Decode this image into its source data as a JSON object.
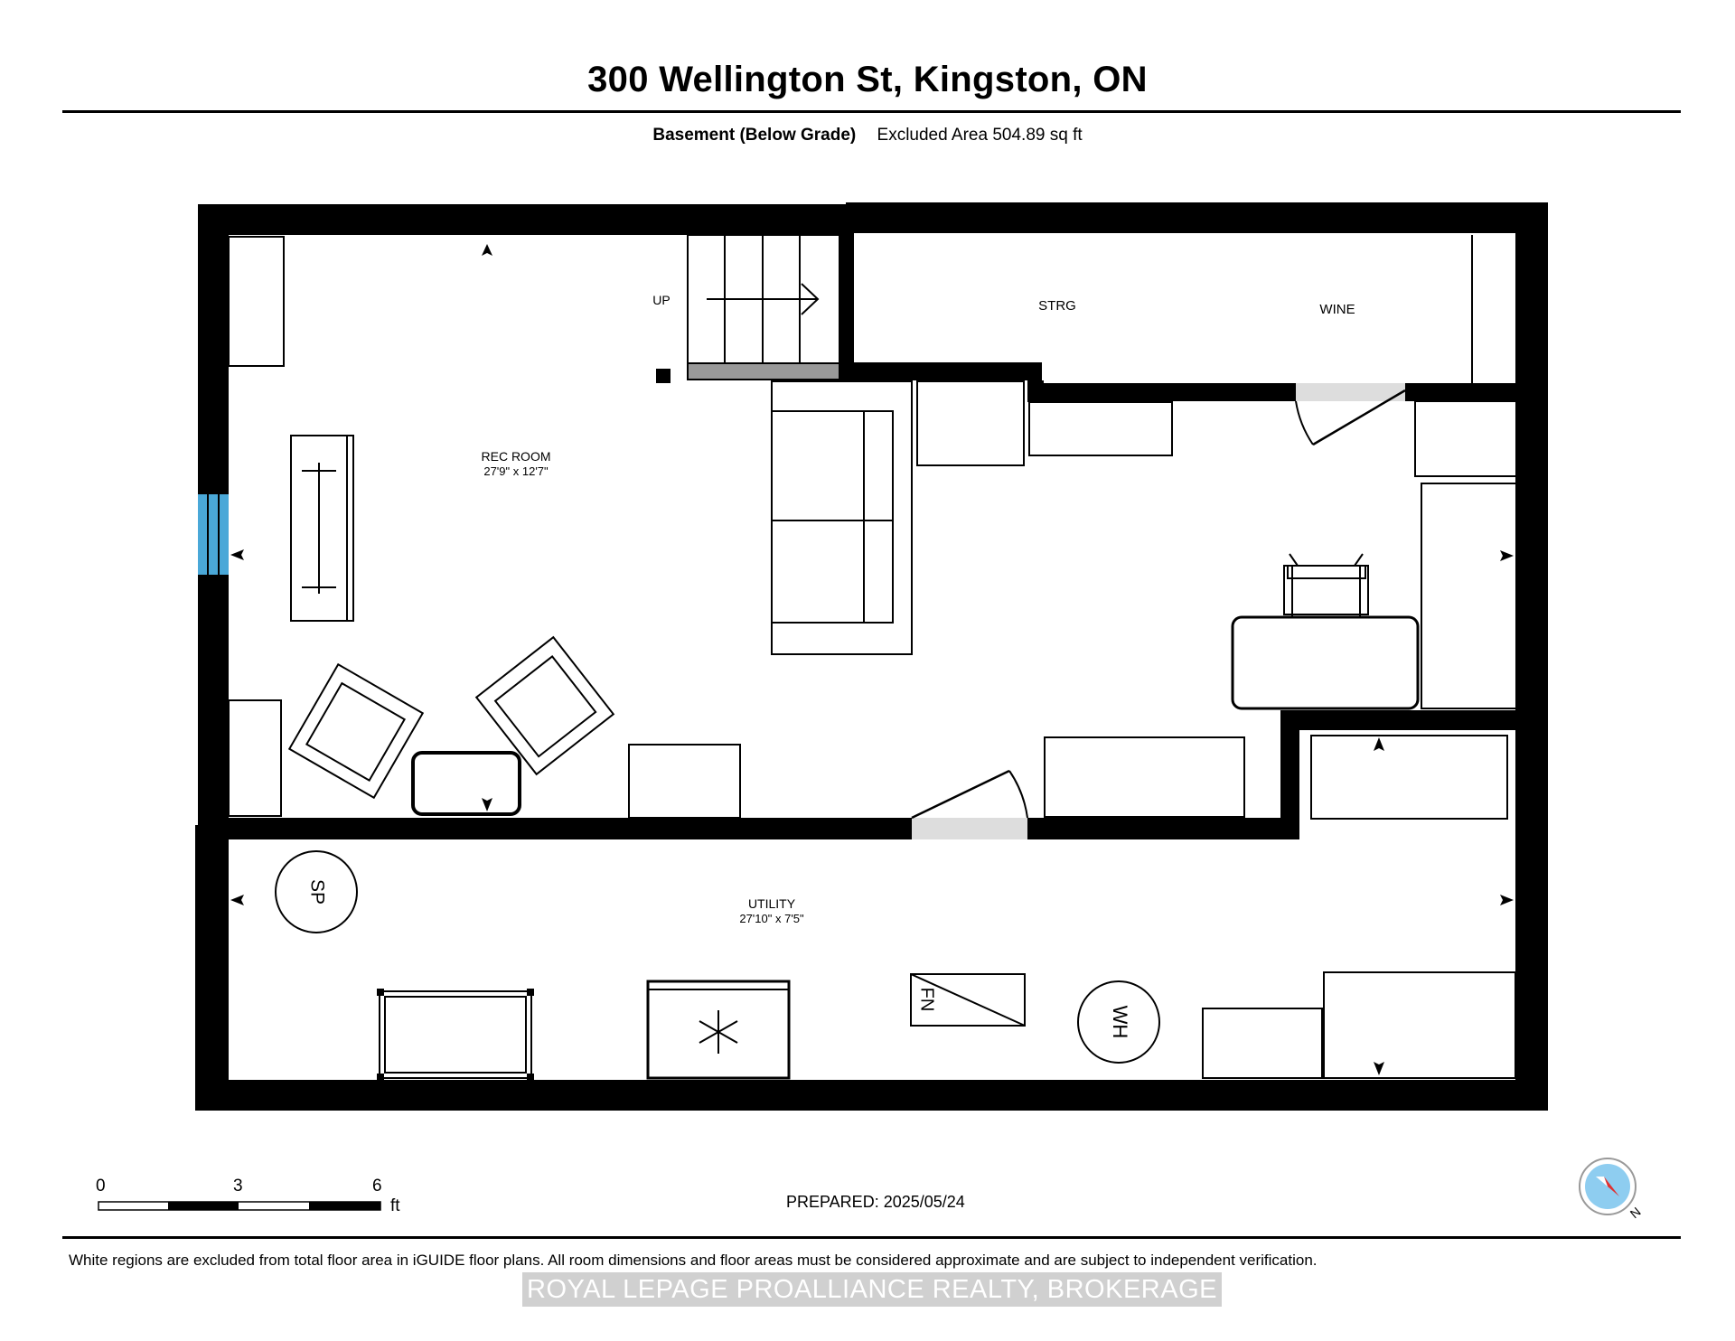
{
  "header": {
    "address": "300 Wellington St, Kingston, ON",
    "level": "Basement (Below Grade)",
    "area_note": "Excluded Area 504.89 sq ft"
  },
  "rooms": {
    "rec_room": {
      "name": "REC ROOM",
      "dims": "27'9\" x 12'7\""
    },
    "utility": {
      "name": "UTILITY",
      "dims": "27'10\" x 7'5\""
    },
    "storage": {
      "name": "STRG"
    },
    "wine": {
      "name": "WINE"
    },
    "stairs": {
      "label": "UP"
    }
  },
  "fixtures": {
    "sump_pump": "SP",
    "water_heater": "WH",
    "furnace": "FN"
  },
  "scale": {
    "ticks": [
      "0",
      "3",
      "6"
    ],
    "unit": "ft"
  },
  "footer": {
    "prepared": "PREPARED: 2025/05/24",
    "disclaimer": "White regions are excluded from total floor area in iGUIDE floor plans. All room dimensions and floor areas must be considered approximate and are subject to independent verification.",
    "brokerage": "ROYAL LEPAGE PROALLIANCE REALTY, BROKERAGE"
  },
  "compass": {
    "direction_label": "N"
  },
  "colors": {
    "wall": "#000000",
    "window": "#4aa8d8",
    "stairs_landing": "#999999",
    "door": "#dddddd",
    "compass_needle": "#e03030",
    "compass_disc": "#8ecdf0"
  }
}
